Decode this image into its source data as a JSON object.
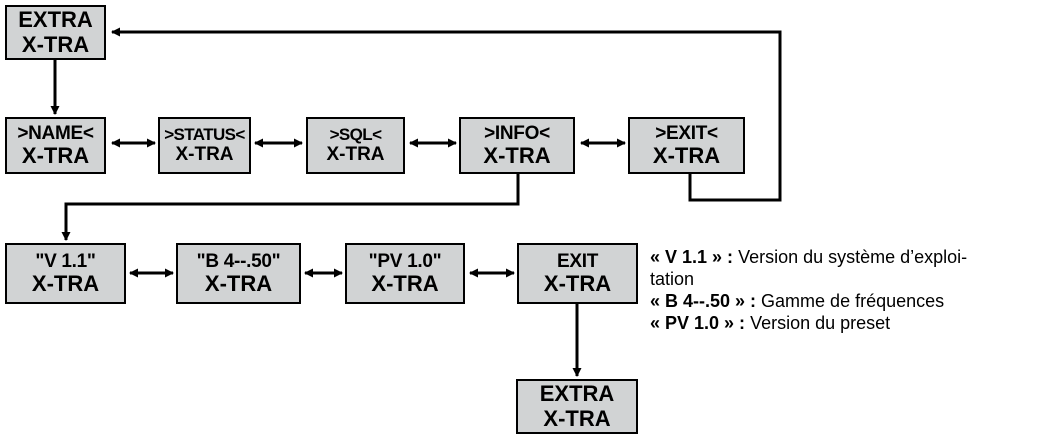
{
  "colors": {
    "box_fill": "#d1d3d4",
    "stroke": "#000000"
  },
  "boxes": {
    "extra_top": {
      "line1": "EXTRA",
      "line2": "X-TRA"
    },
    "name": {
      "line1": ">NAME<",
      "line2": "X-TRA"
    },
    "status": {
      "line1": ">STATUS<",
      "line2": "X-TRA"
    },
    "sql": {
      "line1": ">SQL<",
      "line2": "X-TRA"
    },
    "info": {
      "line1": ">INFO<",
      "line2": "X-TRA"
    },
    "exit_menu": {
      "line1": ">EXIT<",
      "line2": "X-TRA"
    },
    "v11": {
      "line1": "\"V 1.1\"",
      "line2": "X-TRA"
    },
    "b450": {
      "line1": "\"B 4--.50\"",
      "line2": "X-TRA"
    },
    "pv10": {
      "line1": "\"PV 1.0\"",
      "line2": "X-TRA"
    },
    "exit_info": {
      "line1": "EXIT",
      "line2": "X-TRA"
    },
    "extra_bottom": {
      "line1": "EXTRA",
      "line2": "X-TRA"
    }
  },
  "legend": [
    {
      "term": "« V 1.1 » :",
      "desc": " Version du système d’exploi-"
    },
    {
      "term": "",
      "desc": "tation"
    },
    {
      "term": "« B 4--.50 » :",
      "desc": " Gamme de fréquences"
    },
    {
      "term": "« PV 1.0 » :",
      "desc": " Version du preset"
    }
  ]
}
